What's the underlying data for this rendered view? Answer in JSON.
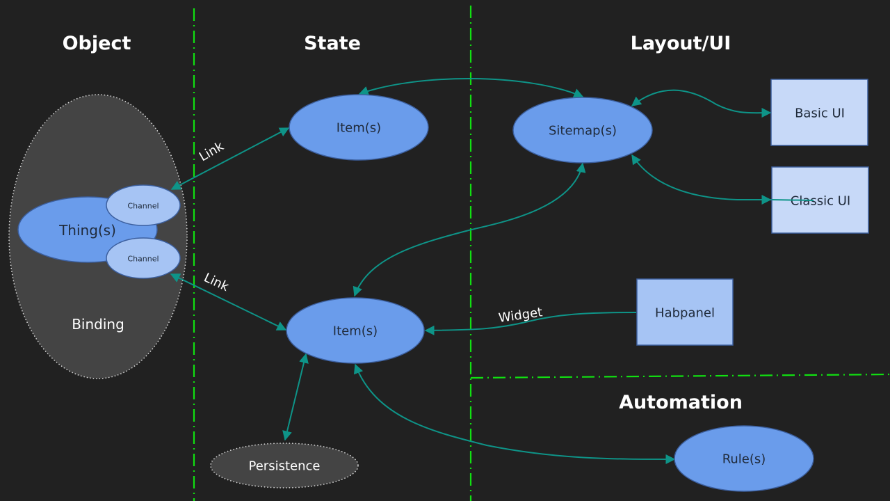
{
  "diagram": {
    "sections": {
      "object": "Object",
      "state": "State",
      "layout": "Layout/UI",
      "automation": "Automation"
    },
    "nodes": {
      "binding": "Binding",
      "things": "Thing(s)",
      "channel_top": "Channel",
      "channel_bottom": "Channel",
      "items_top": "Item(s)",
      "items_bottom": "Item(s)",
      "sitemaps": "Sitemap(s)",
      "basic_ui": "Basic UI",
      "classic_ui": "Classic UI",
      "habpanel": "Habpanel",
      "persistence": "Persistence",
      "rules": "Rule(s)"
    },
    "edges": {
      "link_top": "Link",
      "link_bottom": "Link",
      "widget": "Widget"
    },
    "colors": {
      "background": "#212121",
      "divider": "#11e011",
      "edge": "#0e9488",
      "node_primary": "#6a9ceb",
      "node_secondary": "#a6c4f4",
      "node_box": "#c7d9f8",
      "group": "#444444"
    }
  }
}
